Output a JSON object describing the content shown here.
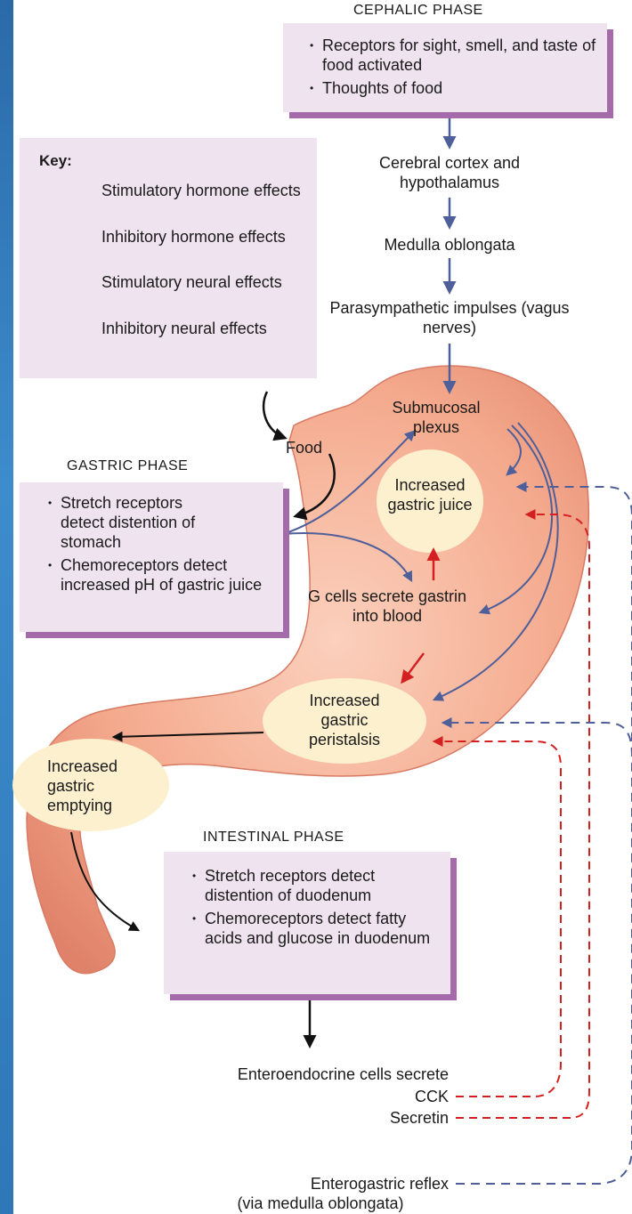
{
  "cephalic": {
    "title": "CEPHALIC PHASE",
    "bullet1": "Receptors for sight, smell, and taste of food activated",
    "bullet2": "Thoughts of food"
  },
  "neural_path": {
    "cerebral": "Cerebral cortex and hypothalamus",
    "medulla": "Medulla oblongata",
    "parasympathetic": "Parasympathetic impulses (vagus nerves)"
  },
  "key": {
    "title": "Key:",
    "items": [
      {
        "label": "Stimulatory hormone effects",
        "color": "#d42020",
        "style": "solid"
      },
      {
        "label": "Inhibitory hormone effects",
        "color": "#d42020",
        "style": "dashed"
      },
      {
        "label": "Stimulatory neural effects",
        "color": "#4f5f99",
        "style": "solid"
      },
      {
        "label": "Inhibitory neural effects",
        "color": "#4f5f99",
        "style": "dashed"
      }
    ]
  },
  "stomach": {
    "food": "Food",
    "submucosal": "Submucosal plexus",
    "increased_juice": "Increased gastric juice",
    "g_cells": "G cells secrete gastrin into blood",
    "peristalsis": "Increased gastric peristalsis",
    "emptying": "Increased gastric emptying"
  },
  "gastric": {
    "title": "GASTRIC PHASE",
    "bullet1": "Stretch receptors detect distention of stomach",
    "bullet2": "Chemoreceptors detect increased pH of gastric juice"
  },
  "intestinal": {
    "title": "INTESTINAL PHASE",
    "bullet1": "Stretch receptors detect distention of duodenum",
    "bullet2": "Chemoreceptors detect fatty acids and glucose in duodenum"
  },
  "hormones": {
    "enteroendocrine": "Enteroendocrine cells secrete",
    "cck": "CCK",
    "secretin": "Secretin"
  },
  "reflex": {
    "line1": "Enterogastric reflex",
    "line2": "(via medulla oblongata)"
  },
  "colors": {
    "box_fill": "#efe3ef",
    "box_shadow": "#a46aaa",
    "stomach_fill": "#f4a98c",
    "ellipse_fill": "#fcf0cf",
    "neural": "#4f5f99",
    "hormone": "#d42020"
  }
}
